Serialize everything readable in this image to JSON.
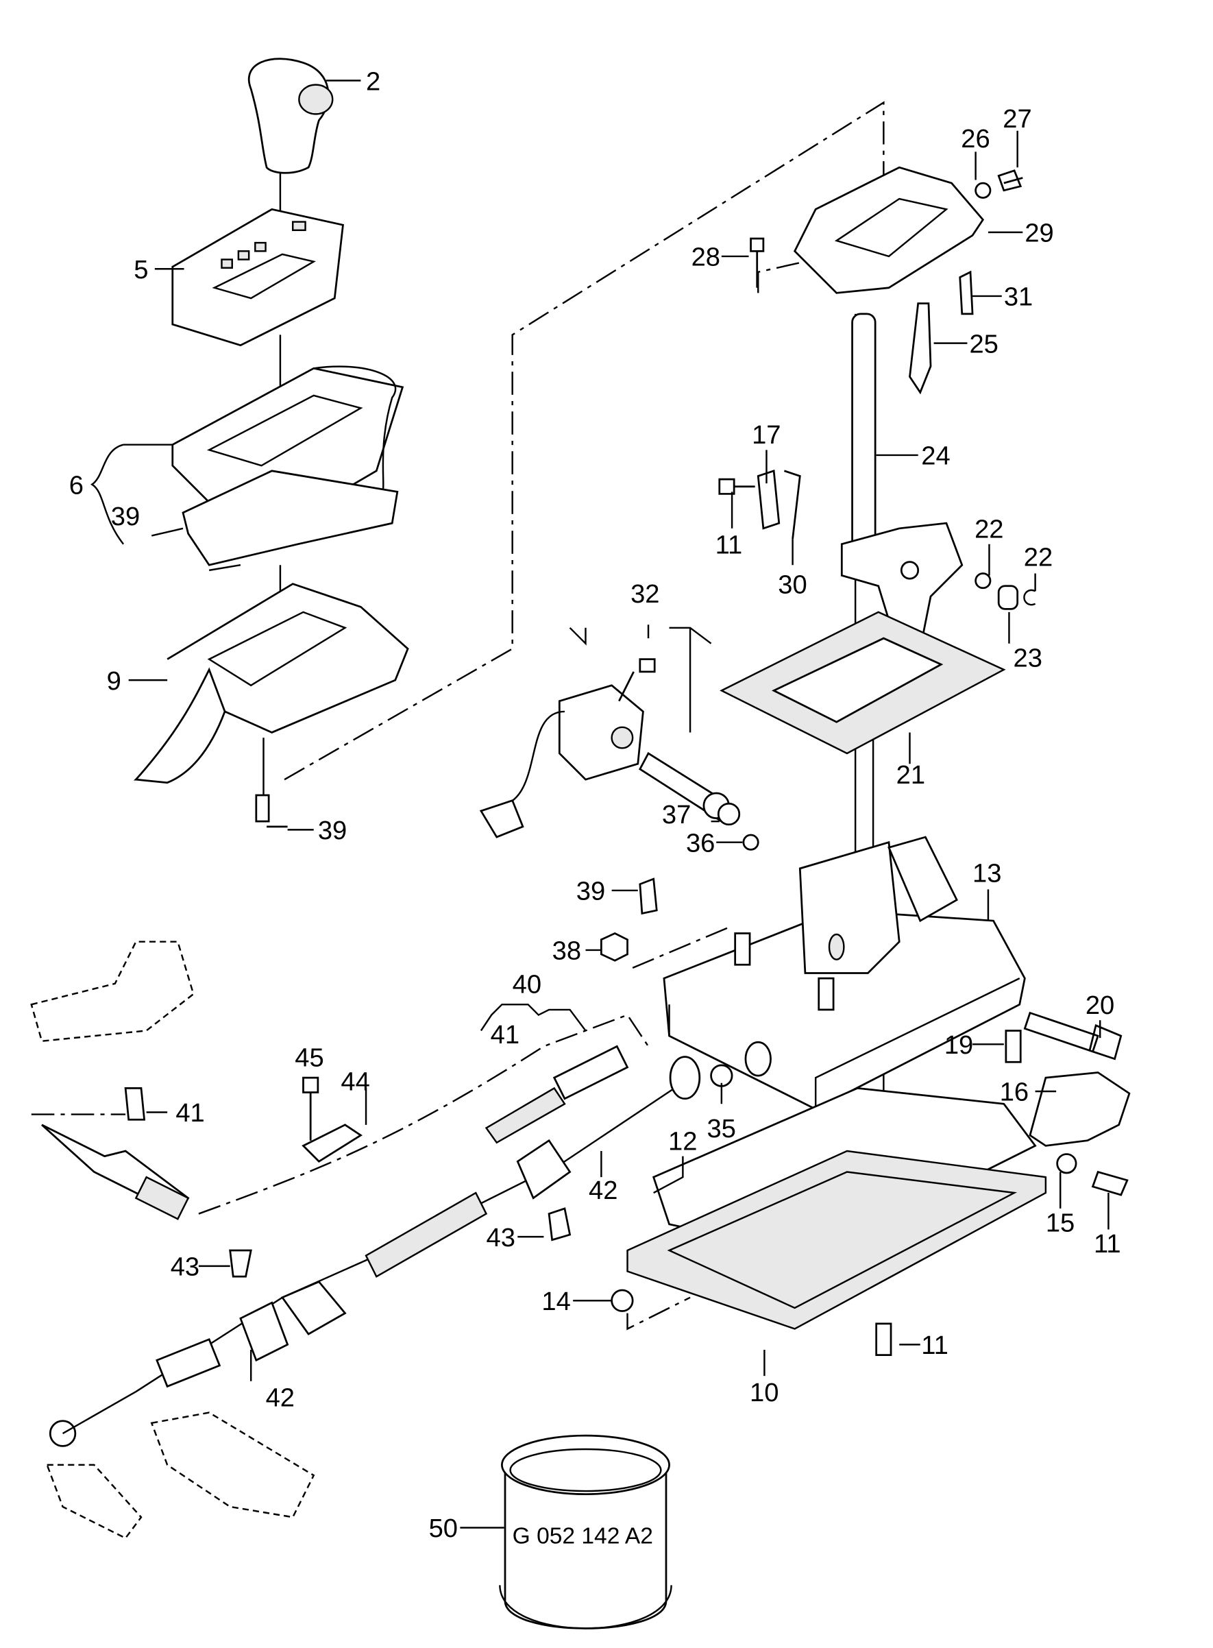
{
  "callouts": [
    "2",
    "5",
    "6",
    "39",
    "9",
    "39",
    "26",
    "27",
    "28",
    "29",
    "31",
    "25",
    "24",
    "17",
    "11",
    "30",
    "22",
    "22",
    "23",
    "21",
    "32",
    "13",
    "37",
    "36",
    "39",
    "38",
    "40",
    "41",
    "20",
    "19",
    "16",
    "45",
    "44",
    "41",
    "35",
    "12",
    "42",
    "15",
    "11",
    "43",
    "43",
    "14",
    "11",
    "42",
    "10",
    "50"
  ],
  "can_label": "G 052 142 A2"
}
